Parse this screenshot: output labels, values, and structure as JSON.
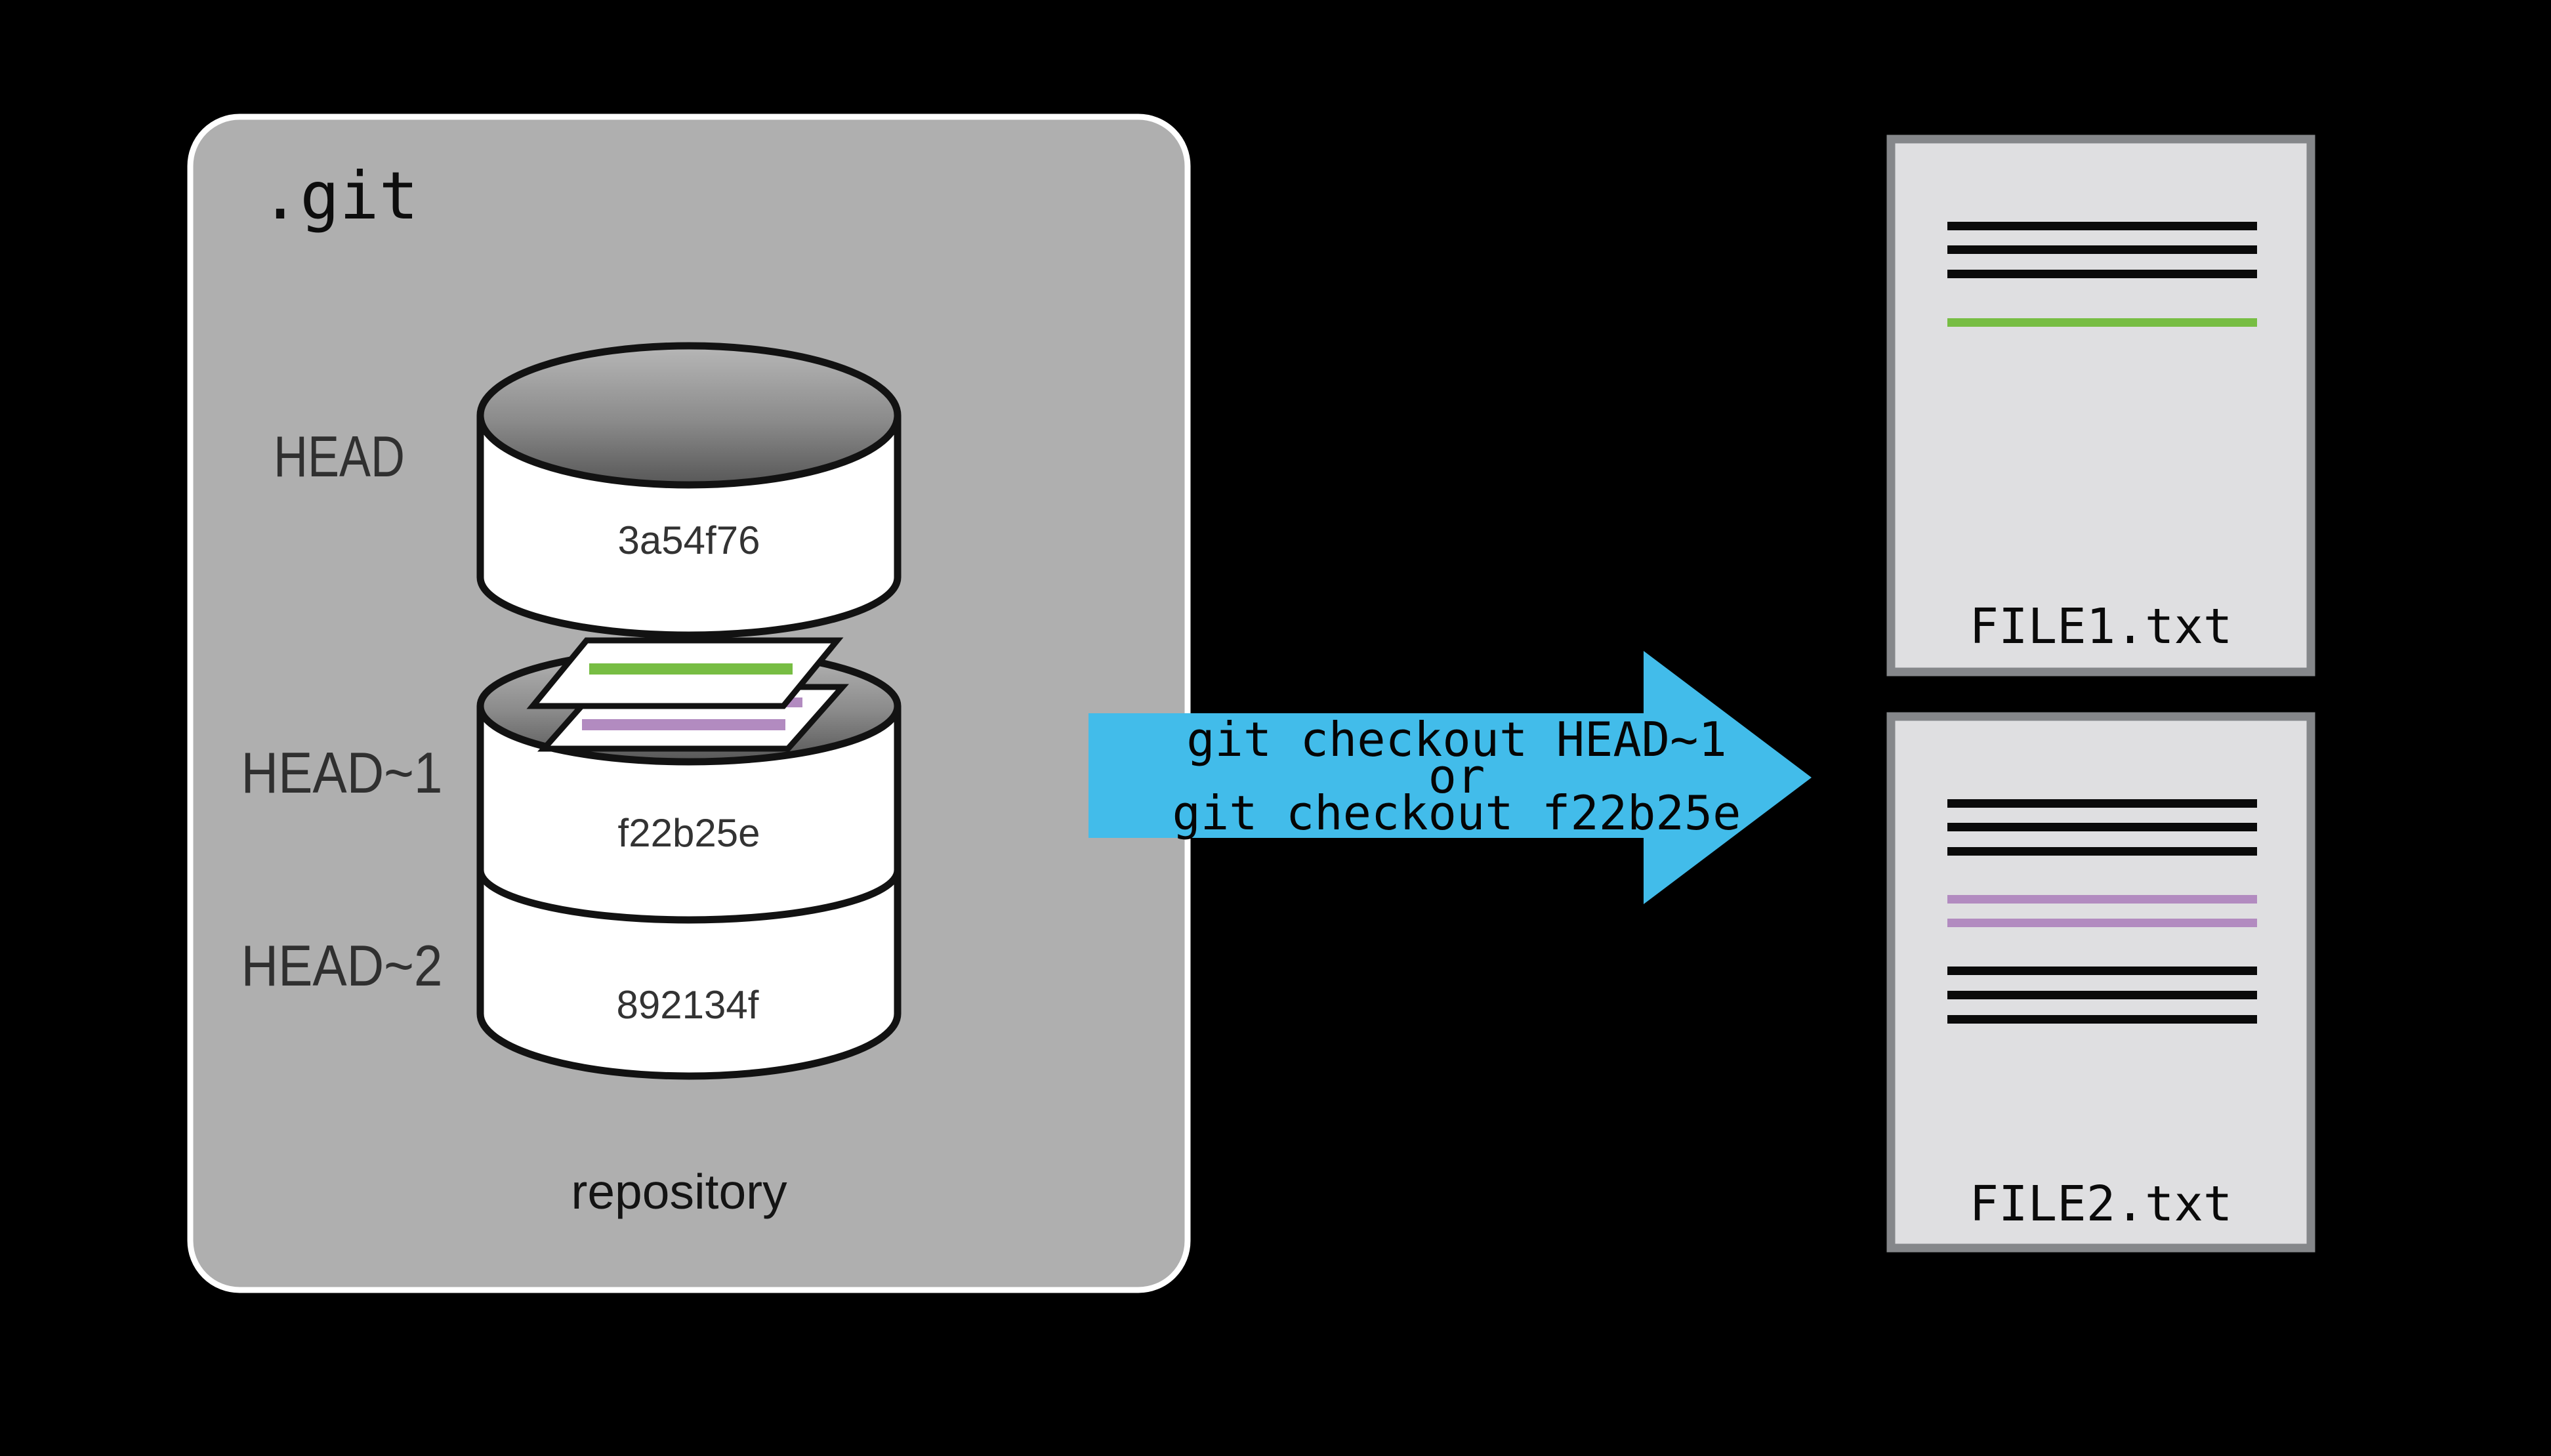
{
  "git_box": {
    "title": ".git",
    "caption": "repository"
  },
  "commits": [
    {
      "ref": "HEAD",
      "hash": "3a54f76"
    },
    {
      "ref": "HEAD~1",
      "hash": "f22b25e"
    },
    {
      "ref": "HEAD~2",
      "hash": "892134f"
    }
  ],
  "arrow": {
    "lines": [
      "git checkout HEAD~1",
      "or",
      "git checkout f22b25e"
    ]
  },
  "files": [
    {
      "name": "FILE1.txt",
      "lines": [
        "text",
        "text",
        "text",
        "added-green"
      ]
    },
    {
      "name": "FILE2.txt",
      "lines": [
        "text",
        "text",
        "text",
        "changed-purple",
        "changed-purple",
        "text",
        "text",
        "text"
      ]
    }
  ],
  "colors": {
    "background": "#000000",
    "box_gray": "#AFAFAF",
    "box_border": "#FFFFFF",
    "cylinder_white": "#FFFFFF",
    "outline": "#121212",
    "added_green": "#77BD43",
    "changed_purple": "#B28BC0",
    "arrow_blue": "#42BCEA",
    "card_bg": "#DFDFE1",
    "card_border": "#85878A",
    "doc_line_black": "#0A0A0A"
  }
}
